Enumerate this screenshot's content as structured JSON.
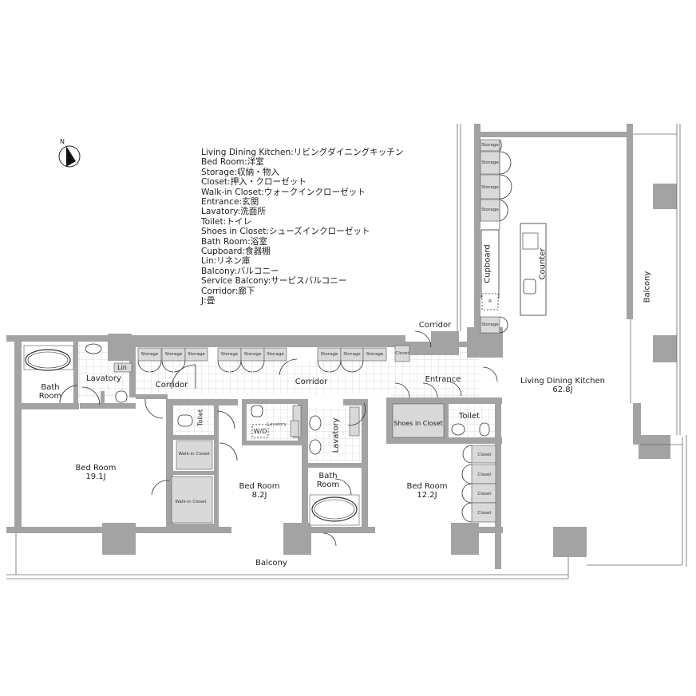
{
  "legend": [
    {
      "en": "Living Dining Kitchen",
      "jp": "リビングダイニングキッチン"
    },
    {
      "en": "Bed Room",
      "jp": "洋室"
    },
    {
      "en": "Storage",
      "jp": "収納・物入"
    },
    {
      "en": "Closet",
      "jp": "押入・クローゼット"
    },
    {
      "en": "Walk-in Closet",
      "jp": "ウォークインクローゼット"
    },
    {
      "en": "Entrance",
      "jp": "玄関"
    },
    {
      "en": "Lavatory",
      "jp": "洗面所"
    },
    {
      "en": "Toilet",
      "jp": "トイレ"
    },
    {
      "en": "Shoes in Closet",
      "jp": "シューズインクローゼット"
    },
    {
      "en": "Bath Room",
      "jp": "浴室"
    },
    {
      "en": "Cupboard",
      "jp": "食器棚"
    },
    {
      "en": "Lin",
      "jp": "リネン庫"
    },
    {
      "en": "Balcony",
      "jp": "バルコニー"
    },
    {
      "en": "Service Balcony",
      "jp": "サービスバルコニー"
    },
    {
      "en": "Corridor",
      "jp": "廊下"
    },
    {
      "en": "J",
      "jp": "畳"
    }
  ],
  "legend_lines": [
    "Living Dining Kitchen:リビングダイニングキッチン",
    "Bed Room:洋室",
    "Storage:収納・物入",
    "Closet:押入・クローゼット",
    "Walk-in Closet:ウォークインクローゼット",
    "Entrance:玄関",
    "Lavatory:洗面所",
    "Toilet:トイレ",
    "Shoes in Closet:シューズインクローゼット",
    "Bath Room:浴室",
    "Cupboard:食器棚",
    "Lin:リネン庫",
    "Balcony:バルコニー",
    "Service Balcony:サービスバルコニー",
    "Corridor:廊下",
    "J:畳"
  ],
  "compass": {
    "label": "N"
  },
  "colors": {
    "wall": "#a3a3a3",
    "storage_fill": "#d9d9d9",
    "tile_line": "#cfcfcf",
    "line": "#333333"
  },
  "rooms": {
    "ldk": {
      "name": "Living Dining Kitchen",
      "size": "62.8J"
    },
    "bed1": {
      "name": "Bed Room",
      "size": "19.1J"
    },
    "bed2": {
      "name": "Bed Room",
      "size": "8.2J"
    },
    "bed3": {
      "name": "Bed Room",
      "size": "12.2J"
    },
    "bath1": {
      "line1": "Bath",
      "line2": "Room"
    },
    "bath2": {
      "line1": "Bath",
      "line2": "Room"
    },
    "lavatory1": "Lavatory",
    "lavatory2": "Lavatory",
    "lavatory3": "Lavatory",
    "lin": "Lin",
    "corridor1": "Corridor",
    "corridor2": "Corridor",
    "corridor3": "Corridor",
    "entrance": "Entrance",
    "toilet1": "Toilet",
    "toilet2": "Toilet",
    "shoes": "Shoes in Closet",
    "wic1": "Walk-in Closet",
    "wic2": "Walk-in Closet",
    "wd": "W/D",
    "cupboard": "Cupboard",
    "counter": "Counter",
    "fridge": "R",
    "balcony_south": "Balcony",
    "balcony_east": "Balcony",
    "storage": "Storage",
    "closet": "Closet"
  }
}
